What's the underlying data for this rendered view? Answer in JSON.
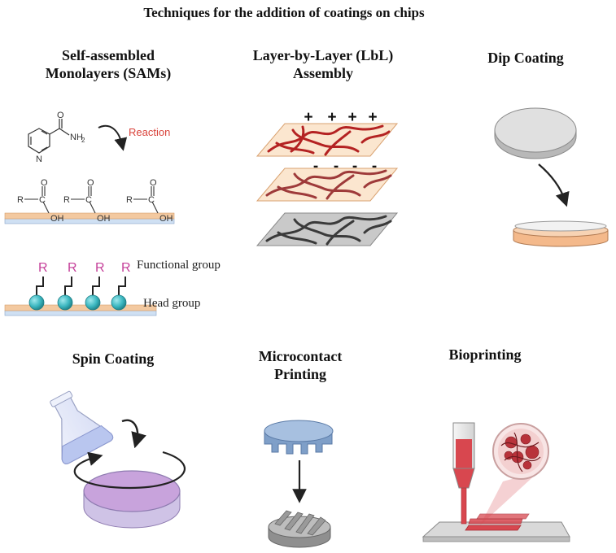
{
  "title": "Techniques for the addition of coatings on chips",
  "panels": {
    "sams": {
      "title_line1": "Self-assembled",
      "title_line2": "Monolayers (SAMs)"
    },
    "lbl": {
      "title_line1": "Layer-by-Layer (LbL)",
      "title_line2": "Assembly"
    },
    "dip": {
      "title": "Dip Coating"
    },
    "spin": {
      "title": "Spin Coating"
    },
    "micro": {
      "title_line1": "Microcontact",
      "title_line2": "Printing"
    },
    "bio": {
      "title": "Bioprinting"
    }
  },
  "sams_labels": {
    "reaction": "Reaction",
    "nh2": "NH",
    "nh2_sub": "2",
    "n": "N",
    "o": "O",
    "r": "R",
    "c": "C",
    "oh": "OH",
    "functional_group": "Functional group",
    "head_group": "Head group"
  },
  "lbl_charges": {
    "positive": "+",
    "negative": "-"
  },
  "colors": {
    "reaction_red": "#d9433b",
    "r_magenta": "#c5409a",
    "substrate_orange": "#f3c9a0",
    "substrate_blue": "#cfe0f3",
    "head_teal": "#3bb7c0",
    "polymer_red": "#b42222",
    "polymer_dark": "#3a3a3a",
    "layer_peach": "#fbe6cf",
    "layer_gray": "#c9c9c9",
    "disc_gray": "#e0e0e0",
    "dish_orange": "#f4b98b",
    "spin_purple": "#c8a3dc",
    "flask_blue": "#b9c6ef",
    "stamp_blue": "#8fb0d6",
    "print_red": "#d8474f"
  }
}
